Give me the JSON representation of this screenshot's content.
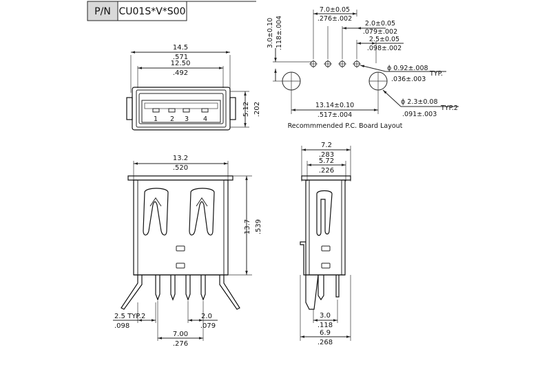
{
  "header": {
    "pn_label": "P/N",
    "pn_value": "CU01S*V*S00"
  },
  "top_view": {
    "width_mm": "14.5",
    "width_in": ".571",
    "inner_mm": "12.50",
    "inner_in": ".492",
    "height_mm": "5.12",
    "height_in": ".202",
    "pins": [
      "1",
      "2",
      "3",
      "4"
    ]
  },
  "pcb_layout": {
    "caption": "Recommmended P.C. Board Layout",
    "pitch_total_mm": "7.0±0.05",
    "pitch_total_in": ".276±.002",
    "pitch_mm": "2.0±0.05",
    "pitch_in": ".079±.002",
    "offset_mm": "2.5±0.05",
    "offset_in": ".098±.002",
    "vert_mm": "3.0±0.10",
    "vert_in": ".118±.004",
    "hole_small_mm": "ϕ 0.92±.008",
    "hole_small_in": ".036±.003",
    "hole_small_note": "TYP.",
    "span_mm": "13.14±0.10",
    "span_in": ".517±.004",
    "hole_large_mm": "ϕ 2.3±0.08",
    "hole_large_in": ".091±.003",
    "hole_large_note": "TYP.2"
  },
  "front_view": {
    "width_mm": "13.2",
    "width_in": ".520",
    "height_mm": "13.7",
    "height_in": ".539",
    "tab_mm": "2.5 TYP.2",
    "tab_in": ".098",
    "pin_pitch_mm": "2.0",
    "pin_pitch_in": ".079",
    "pin_span_mm": "7.00",
    "pin_span_in": ".276"
  },
  "side_view": {
    "width_mm": "7.2",
    "width_in": ".283",
    "inner_mm": "5.72",
    "inner_in": ".226",
    "lead_mm": "3.0",
    "lead_in": ".118",
    "base_mm": "6.9",
    "base_in": ".268"
  }
}
